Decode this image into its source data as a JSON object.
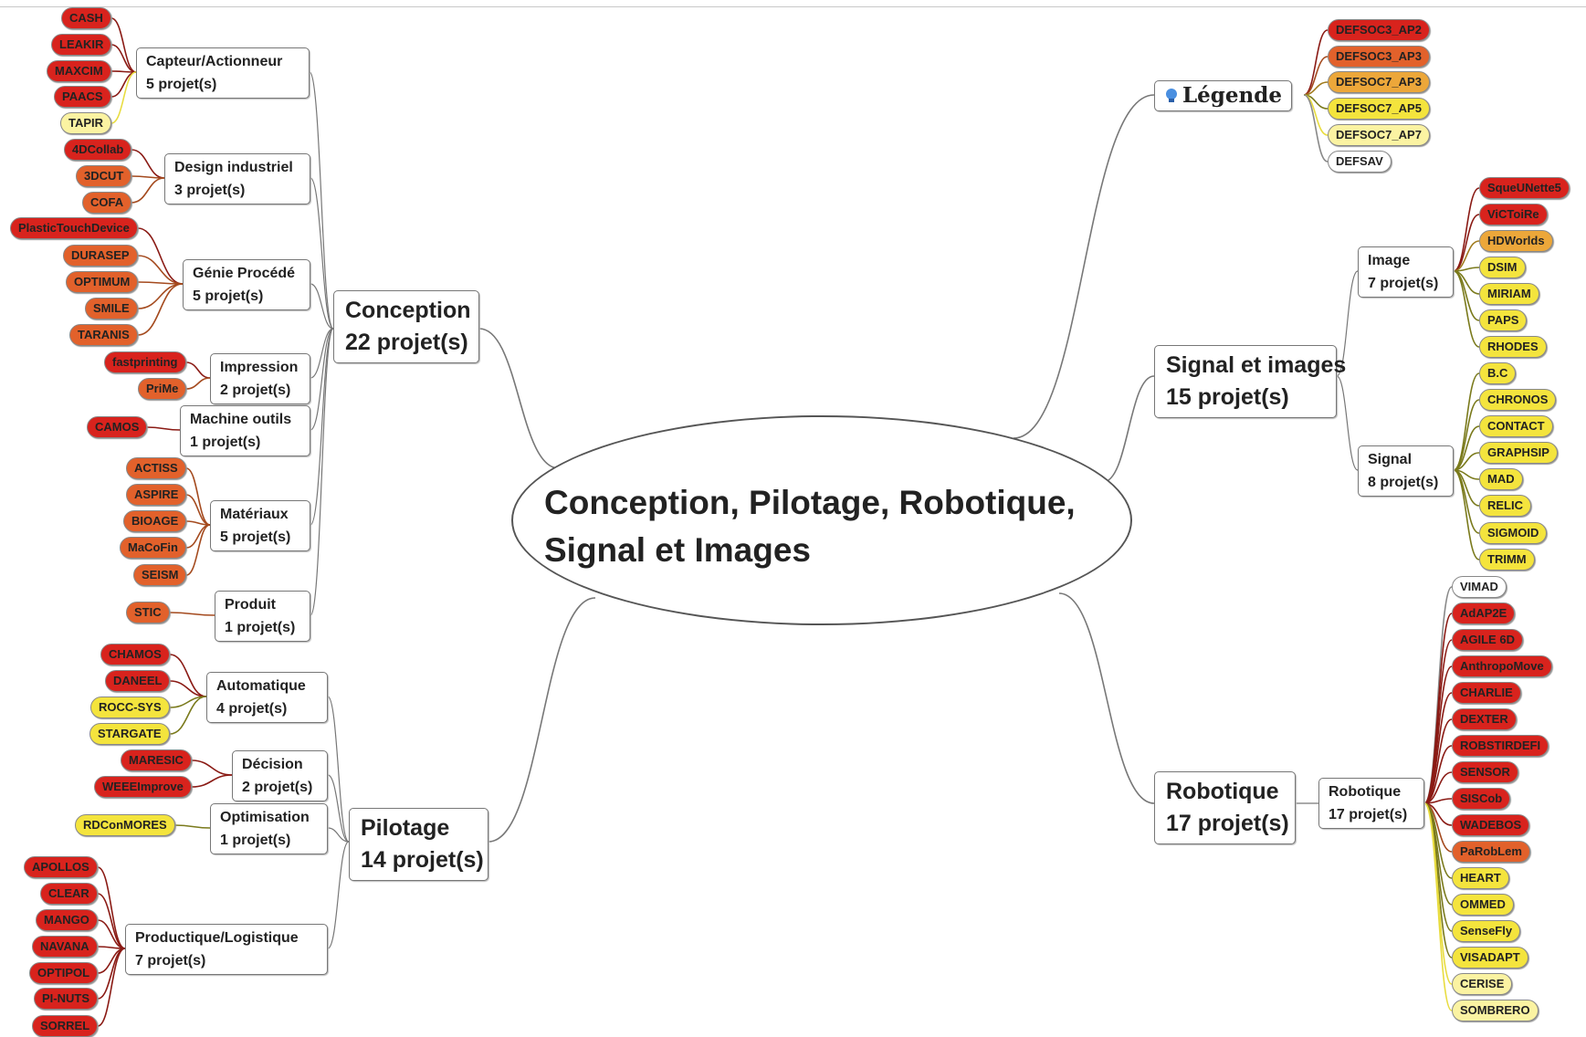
{
  "title": "Conception, Pilotage, Robotique, Signal et Images",
  "legend": {
    "label": "Légende",
    "items": [
      {
        "label": "DEFSOC3_AP2",
        "color": "#d8231d"
      },
      {
        "label": "DEFSOC3_AP3",
        "color": "#e2612b"
      },
      {
        "label": "DEFSOC7_AP3",
        "color": "#eca73a"
      },
      {
        "label": "DEFSOC7_AP5",
        "color": "#f4e43d"
      },
      {
        "label": "DEFSOC7_AP7",
        "color": "#fbf3a2"
      },
      {
        "label": "DEFSAV",
        "color": "#ffffff"
      }
    ]
  },
  "branches": {
    "conception": {
      "line1": "Conception",
      "line2": "22 projet(s)",
      "subs": [
        {
          "line1": "Capteur/Actionneur",
          "line2": "5 projet(s)",
          "leaves": [
            {
              "label": "CASH",
              "c": 1
            },
            {
              "label": "LEAKIR",
              "c": 1
            },
            {
              "label": "MAXCIM",
              "c": 1
            },
            {
              "label": "PAACS",
              "c": 1
            },
            {
              "label": "TAPIR",
              "c": 5
            }
          ]
        },
        {
          "line1": "Design industriel",
          "line2": "3 projet(s)",
          "leaves": [
            {
              "label": "4DCollab",
              "c": 1
            },
            {
              "label": "3DCUT",
              "c": 2
            },
            {
              "label": "COFA",
              "c": 2
            }
          ]
        },
        {
          "line1": "Génie Procédé",
          "line2": "5 projet(s)",
          "leaves": [
            {
              "label": "PlasticTouchDevice",
              "c": 1
            },
            {
              "label": "DURASEP",
              "c": 2
            },
            {
              "label": "OPTIMUM",
              "c": 2
            },
            {
              "label": "SMILE",
              "c": 2
            },
            {
              "label": "TARANIS",
              "c": 2
            }
          ]
        },
        {
          "line1": "Impression",
          "line2": "2 projet(s)",
          "leaves": [
            {
              "label": "fastprinting",
              "c": 1
            },
            {
              "label": "PriMe",
              "c": 2
            }
          ]
        },
        {
          "line1": "Machine outils",
          "line2": "1 projet(s)",
          "leaves": [
            {
              "label": "CAMOS",
              "c": 1
            }
          ]
        },
        {
          "line1": "Matériaux",
          "line2": "5 projet(s)",
          "leaves": [
            {
              "label": "ACTISS",
              "c": 2
            },
            {
              "label": "ASPIRE",
              "c": 2
            },
            {
              "label": "BIOAGE",
              "c": 2
            },
            {
              "label": "MaCoFin",
              "c": 2
            },
            {
              "label": "SEISM",
              "c": 2
            }
          ]
        },
        {
          "line1": "Produit",
          "line2": "1 projet(s)",
          "leaves": [
            {
              "label": "STIC",
              "c": 2
            }
          ]
        }
      ]
    },
    "pilotage": {
      "line1": "Pilotage",
      "line2": "14 projet(s)",
      "subs": [
        {
          "line1": "Automatique",
          "line2": "4 projet(s)",
          "leaves": [
            {
              "label": "CHAMOS",
              "c": 1
            },
            {
              "label": "DANEEL",
              "c": 1
            },
            {
              "label": "ROCC-SYS",
              "c": 4
            },
            {
              "label": "STARGATE",
              "c": 4
            }
          ]
        },
        {
          "line1": "Décision",
          "line2": "2 projet(s)",
          "leaves": [
            {
              "label": "MARESIC",
              "c": 1
            },
            {
              "label": "WEEEImprove",
              "c": 1
            }
          ]
        },
        {
          "line1": "Optimisation",
          "line2": "1 projet(s)",
          "leaves": [
            {
              "label": "RDConMORES",
              "c": 4
            }
          ]
        },
        {
          "line1": "Productique/Logistique",
          "line2": "7 projet(s)",
          "leaves": [
            {
              "label": "APOLLOS",
              "c": 1
            },
            {
              "label": "CLEAR",
              "c": 1
            },
            {
              "label": "MANGO",
              "c": 1
            },
            {
              "label": "NAVANA",
              "c": 1
            },
            {
              "label": "OPTIPOL",
              "c": 1
            },
            {
              "label": "PI-NUTS",
              "c": 1
            },
            {
              "label": "SORREL",
              "c": 1
            }
          ]
        }
      ]
    },
    "signal": {
      "line1": "Signal et images",
      "line2": "15 projet(s)",
      "subs": [
        {
          "line1": "Image",
          "line2": "7 projet(s)",
          "leaves": [
            {
              "label": "SqueUNette5",
              "c": 1
            },
            {
              "label": "ViCToiRe",
              "c": 1
            },
            {
              "label": "HDWorlds",
              "c": 3
            },
            {
              "label": "DSIM",
              "c": 4
            },
            {
              "label": "MIRIAM",
              "c": 4
            },
            {
              "label": "PAPS",
              "c": 4
            },
            {
              "label": "RHODES",
              "c": 4
            }
          ]
        },
        {
          "line1": "Signal",
          "line2": "8 projet(s)",
          "leaves": [
            {
              "label": "B.C",
              "c": 4
            },
            {
              "label": "CHRONOS",
              "c": 4
            },
            {
              "label": "CONTACT",
              "c": 4
            },
            {
              "label": "GRAPHSIP",
              "c": 4
            },
            {
              "label": "MAD",
              "c": 4
            },
            {
              "label": "RELIC",
              "c": 4
            },
            {
              "label": "SIGMOID",
              "c": 4
            },
            {
              "label": "TRIMM",
              "c": 4
            }
          ]
        }
      ]
    },
    "robotique": {
      "line1": "Robotique",
      "line2": "17 projet(s)",
      "subs": [
        {
          "line1": "Robotique",
          "line2": "17 projet(s)",
          "leaves": [
            {
              "label": "VIMAD",
              "c": 6
            },
            {
              "label": "AdAP2E",
              "c": 1
            },
            {
              "label": "AGILE 6D",
              "c": 1
            },
            {
              "label": "AnthropoMove",
              "c": 1
            },
            {
              "label": "CHARLIE",
              "c": 1
            },
            {
              "label": "DEXTER",
              "c": 1
            },
            {
              "label": "ROBSTIRDEFI",
              "c": 1
            },
            {
              "label": "SENSOR",
              "c": 1
            },
            {
              "label": "SISCob",
              "c": 1
            },
            {
              "label": "WADEBOS",
              "c": 1
            },
            {
              "label": "PaRobLem",
              "c": 2
            },
            {
              "label": "HEART",
              "c": 4
            },
            {
              "label": "OMMED",
              "c": 4
            },
            {
              "label": "SenseFly",
              "c": 4
            },
            {
              "label": "VISADAPT",
              "c": 4
            },
            {
              "label": "CERISE",
              "c": 5
            },
            {
              "label": "SOMBRERO",
              "c": 5
            }
          ]
        }
      ]
    }
  }
}
